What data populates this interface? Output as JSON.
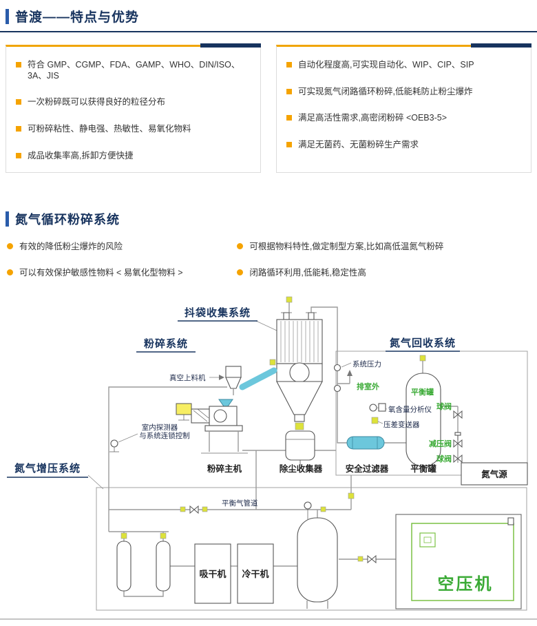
{
  "header": {
    "title": "普渡——特点与优势"
  },
  "features": {
    "left": [
      "符合 GMP、CGMP、FDA、GAMP、WHO、DIN/ISO、3A、JIS",
      "一次粉碎既可以获得良好的粒径分布",
      "可粉碎粘性、静电强、热敏性、易氧化物料",
      "成品收集率高,拆卸方便快捷"
    ],
    "right": [
      "自动化程度高,可实现自动化、WIP、CIP、SIP",
      "可实现氮气闭路循环粉碎,低能耗防止粉尘爆炸",
      "满足高活性需求,高密闭粉碎 <OEB3-5>",
      "满足无菌药、无菌粉碎生产需求"
    ]
  },
  "section2": {
    "title": "氮气循环粉碎系统",
    "points_left": [
      "有效的降低粉尘爆炸的风险",
      "可以有效保护敏感性物料 < 易氧化型物料 >"
    ],
    "points_right": [
      "可根据物料特性,做定制型方案,比如高低温氮气粉碎",
      "闭路循环利用,低能耗,稳定性高"
    ]
  },
  "diagram": {
    "sections": {
      "bag_collection": "抖袋收集系统",
      "crushing": "粉碎系统",
      "nitrogen_recovery": "氮气回收系统",
      "nitrogen_boost": "氮气增压系统"
    },
    "labels": {
      "vacuum_feeder": "真空上料机",
      "system_pressure": "系统压力",
      "exhaust_outdoor": "排室外",
      "balance_tank_top": "平衡罐",
      "oxygen_analyzer": "氧含量分析仪",
      "pressure_transmitter": "压差变送器",
      "ball_valve_top": "球阀",
      "reducing_valve": "减压阀",
      "ball_valve_bottom": "球阀",
      "indoor_detector_1": "室内探测器",
      "indoor_detector_2": "与系统连锁控制",
      "mill": "粉碎主机",
      "dust_collector": "除尘收集器",
      "safety_filter": "安全过滤器",
      "balance_tank": "平衡罐",
      "nitrogen_source": "氮气源",
      "balance_pipe": "平衡气管道",
      "suction_dryer": "吸干机",
      "cold_dryer": "冷干机",
      "air_compressor": "空压机"
    },
    "colors": {
      "accent_navy": "#17335e",
      "accent_orange": "#f5a300",
      "green": "#3aaa35",
      "cyan": "#6cc7dc",
      "valve_yellow": "#dde23a"
    }
  }
}
